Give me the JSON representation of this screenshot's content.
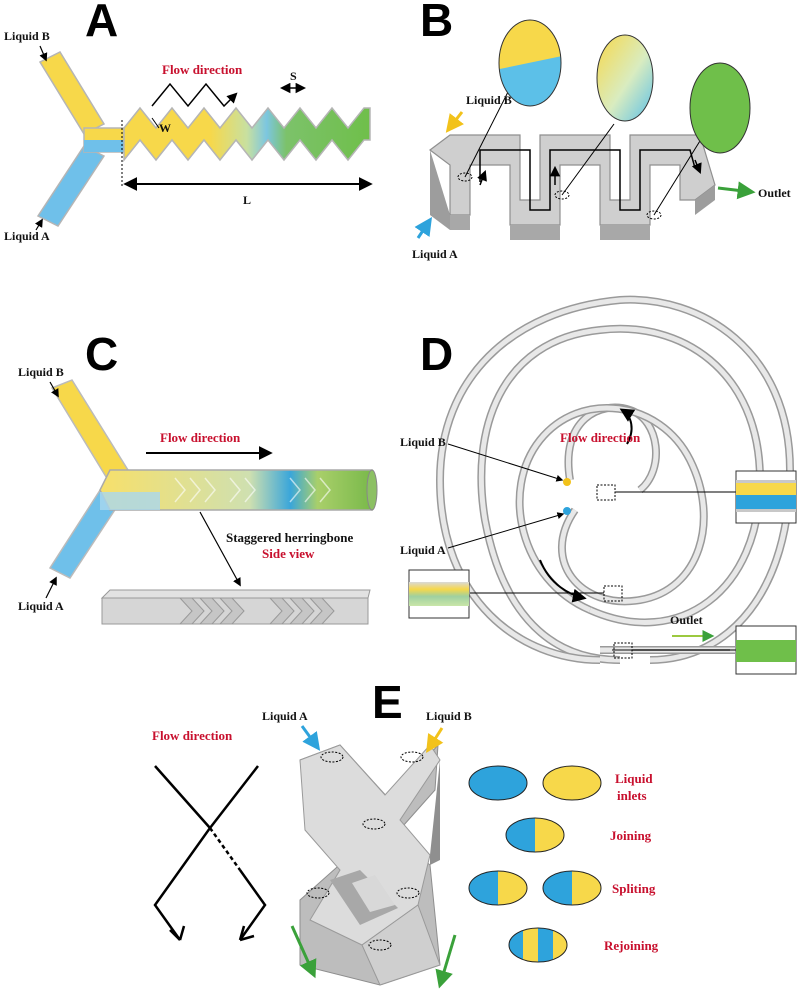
{
  "panels": {
    "A": {
      "letter": "A",
      "liquid_b": "Liquid B",
      "liquid_a": "Liquid A",
      "flow_direction": "Flow direction",
      "w": "W",
      "s": "S",
      "l": "L"
    },
    "B": {
      "letter": "B",
      "liquid_b": "Liquid B",
      "liquid_a": "Liquid A",
      "outlet": "Outlet"
    },
    "C": {
      "letter": "C",
      "liquid_b": "Liquid B",
      "liquid_a": "Liquid A",
      "flow_direction": "Flow direction",
      "herringbone": "Staggered herringbone",
      "side_view": "Side view"
    },
    "D": {
      "letter": "D",
      "liquid_b": "Liquid B",
      "liquid_a": "Liquid A",
      "flow_direction": "Flow direction",
      "outlet": "Outlet"
    },
    "E": {
      "letter": "E",
      "liquid_a": "Liquid A",
      "liquid_b": "Liquid B",
      "flow_direction": "Flow direction",
      "liquid_inlets_1": "Liquid",
      "liquid_inlets_2": "inlets",
      "joining": "Joining",
      "spliting": "Spliting",
      "rejoining": "Rejoining"
    }
  },
  "colors": {
    "liquid_a": "#4fb3e8",
    "liquid_b": "#f7d84a",
    "mixed": "#6fbf4a",
    "label_red": "#c8102e",
    "channel_gray": "#c8c8c8",
    "arrow_green": "#3aa13a"
  }
}
